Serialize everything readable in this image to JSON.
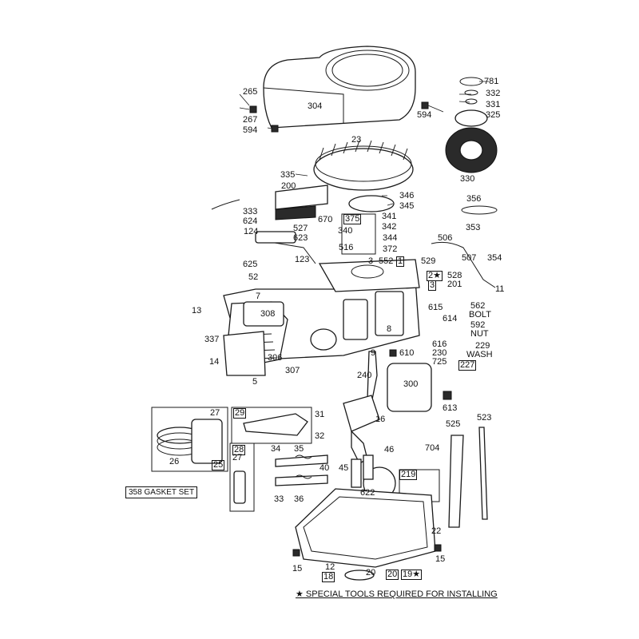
{
  "part_numbers": [
    "781",
    "332",
    "331",
    "325",
    "330",
    "304",
    "265",
    "267",
    "594",
    "594",
    "23",
    "335",
    "200",
    "346",
    "345",
    "356",
    "333",
    "670",
    "624",
    "375",
    "341",
    "342",
    "527",
    "623",
    "340",
    "344",
    "506",
    "353",
    "124",
    "516",
    "372",
    "507",
    "354",
    "625",
    "123",
    "3",
    "552",
    "1",
    "529",
    "52",
    "2★",
    "528",
    "3",
    "201",
    "7",
    "11",
    "13",
    "308",
    "615",
    "614",
    "562",
    "BOLT",
    "592",
    "NUT",
    "337",
    "8",
    "616",
    "230",
    "229",
    "WASH",
    "14",
    "306",
    "307",
    "9",
    "610",
    "725",
    "227",
    "5",
    "240",
    "300",
    "613",
    "27",
    "29",
    "31",
    "32",
    "16",
    "26",
    "25",
    "525",
    "523",
    "28",
    "704",
    "27",
    "34",
    "35",
    "46",
    "40",
    "45",
    "219",
    "33",
    "36",
    "622",
    "358 GASKET SET",
    "22",
    "15",
    "15",
    "12",
    "20",
    "18",
    "20",
    "19★"
  ],
  "boxed_numbers": [
    "375",
    "1",
    "2★",
    "3",
    "227",
    "29",
    "28",
    "25",
    "219",
    "18",
    "20",
    "19★"
  ],
  "gasket_set_label": "358 GASKET SET",
  "footnote": "★ SPECIAL TOOLS REQUIRED FOR INSTALLING"
}
